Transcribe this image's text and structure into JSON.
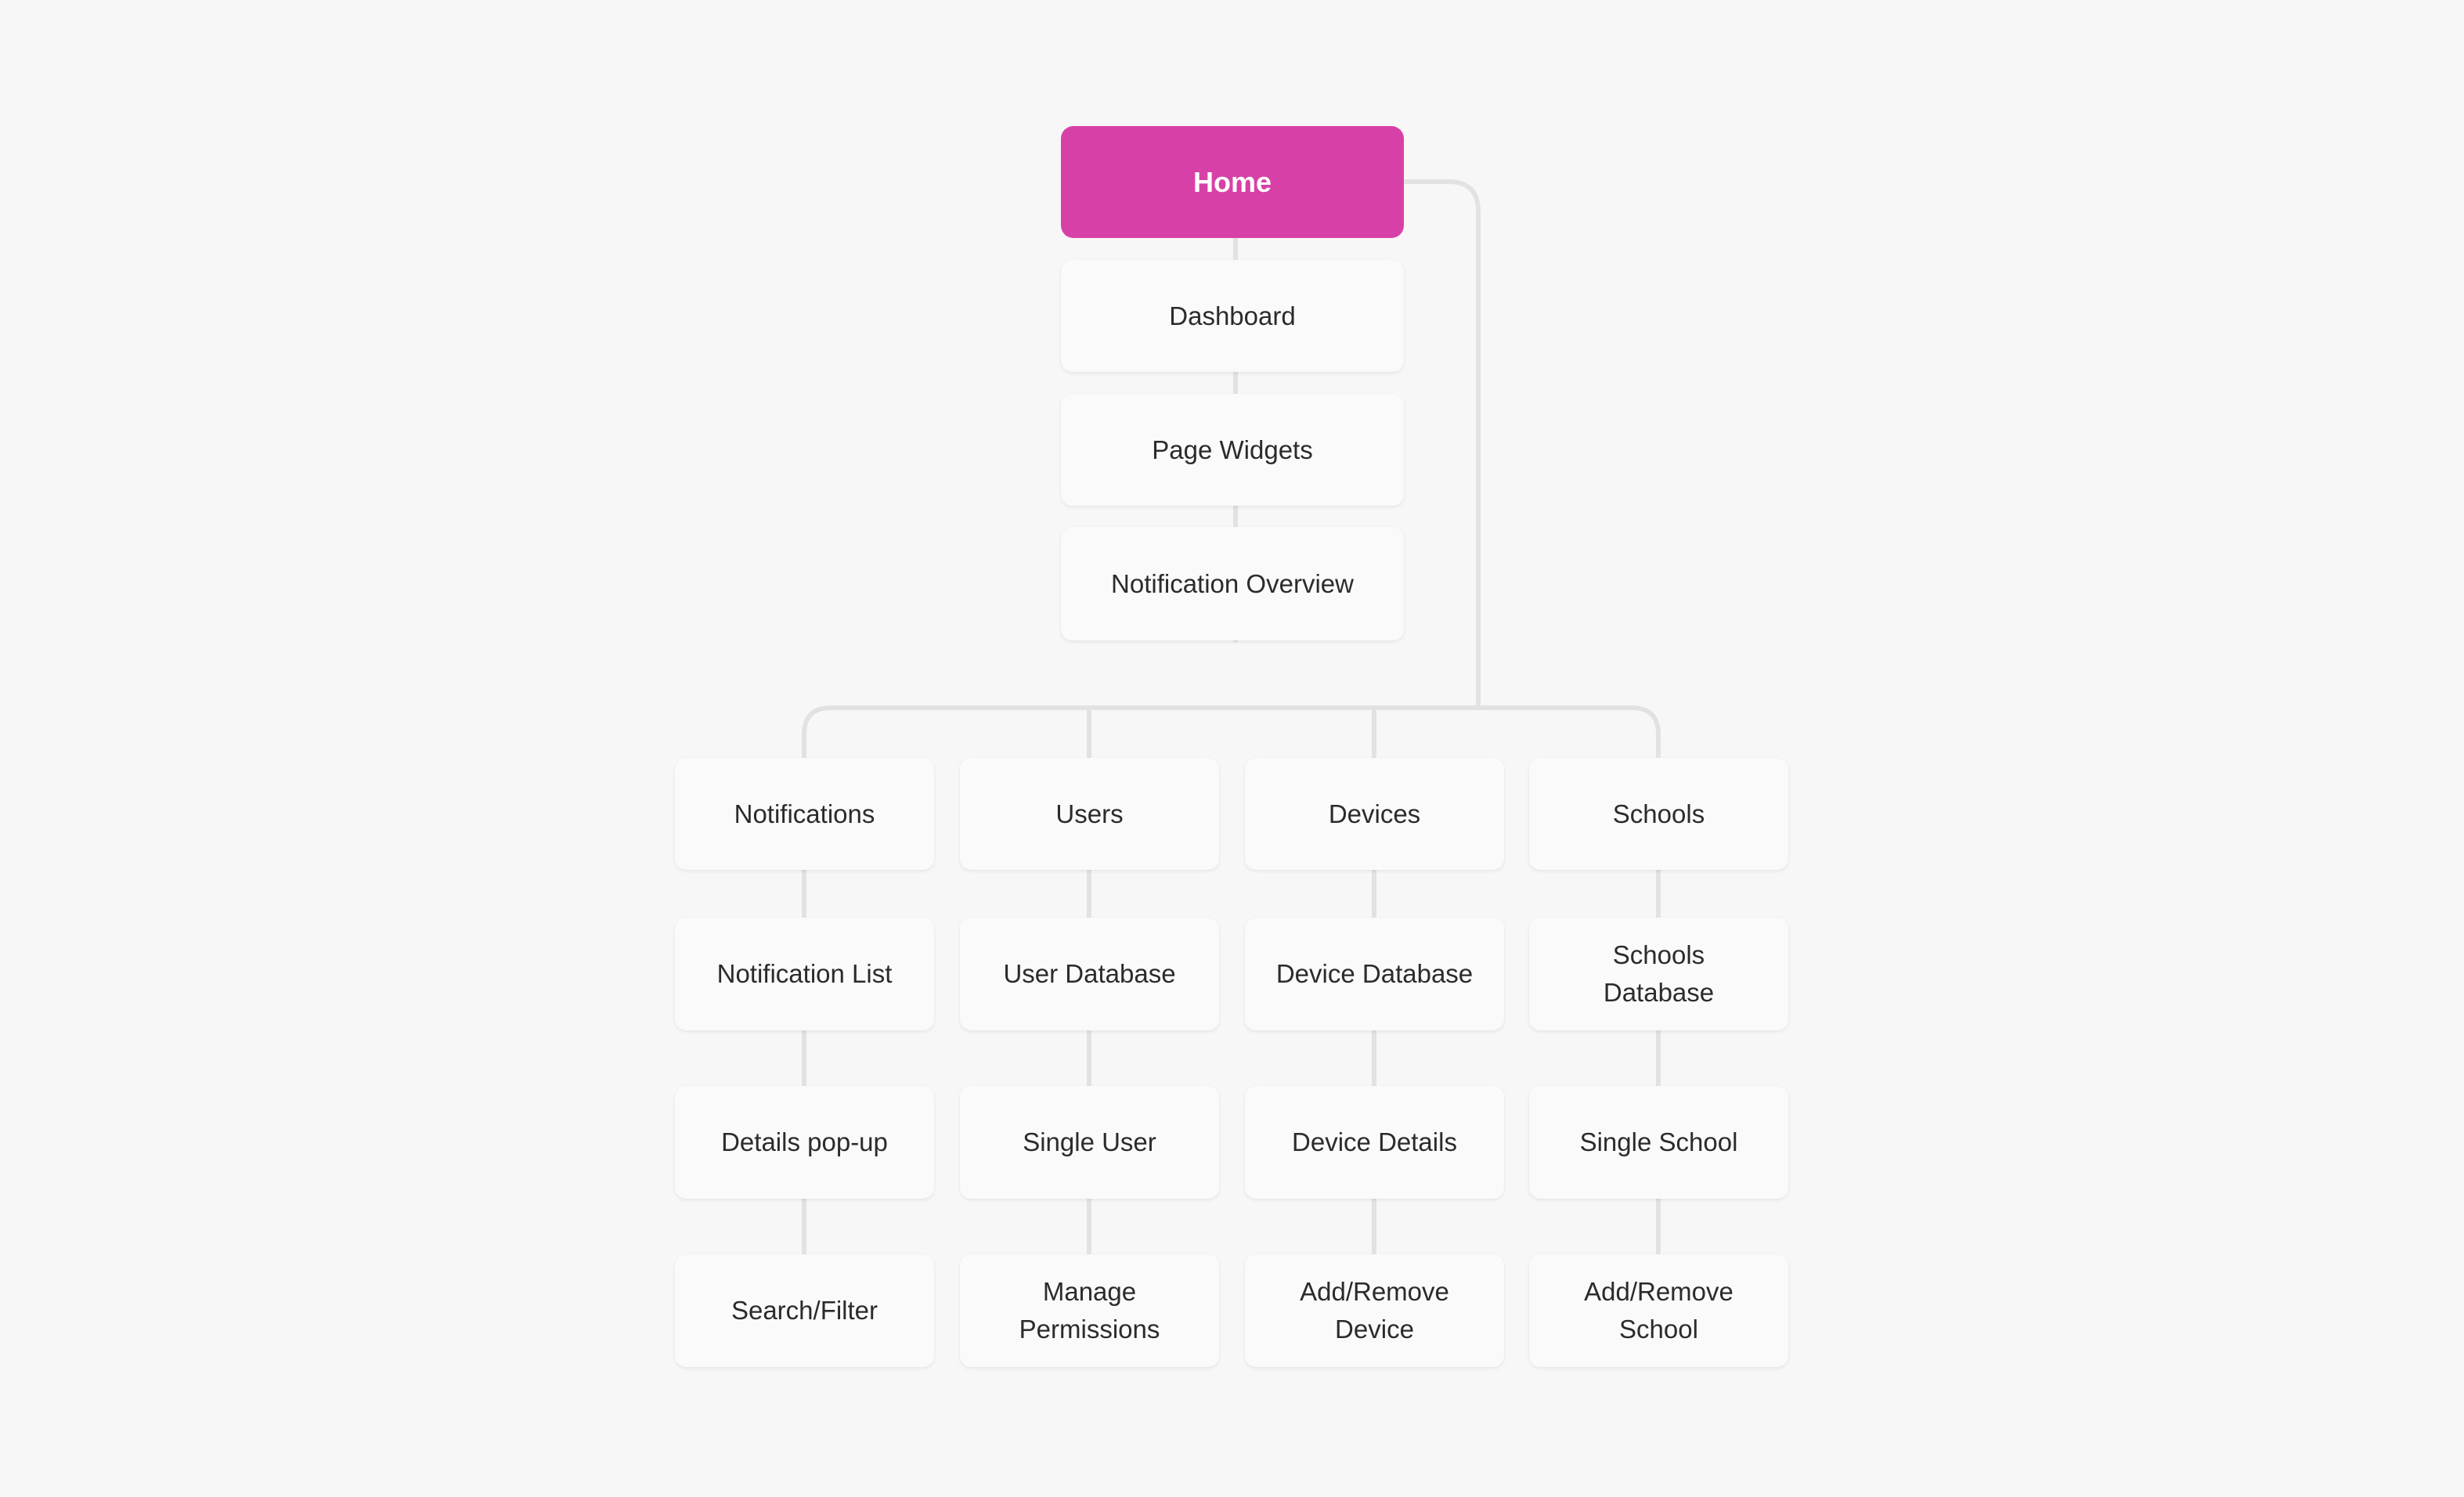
{
  "diagram": {
    "root": {
      "label": "Home",
      "color": "#d741a7",
      "text_color": "#ffffff"
    },
    "home_children": [
      "Dashboard",
      "Page Widgets",
      "Notification Overview"
    ],
    "branches": [
      {
        "label": "Notifications",
        "children": [
          "Notification List",
          "Details pop-up",
          "Search/Filter"
        ]
      },
      {
        "label": "Users",
        "children": [
          "User Database",
          "Single User",
          "Manage\nPermissions"
        ]
      },
      {
        "label": "Devices",
        "children": [
          "Device Database",
          "Device Details",
          "Add/Remove\nDevice"
        ]
      },
      {
        "label": "Schools",
        "children": [
          "Schools\nDatabase",
          "Single School",
          "Add/Remove\nSchool"
        ]
      }
    ],
    "colors": {
      "background": "#f7f7f7",
      "node_fill": "#fafafa",
      "connector": "#e2e2e2"
    }
  }
}
